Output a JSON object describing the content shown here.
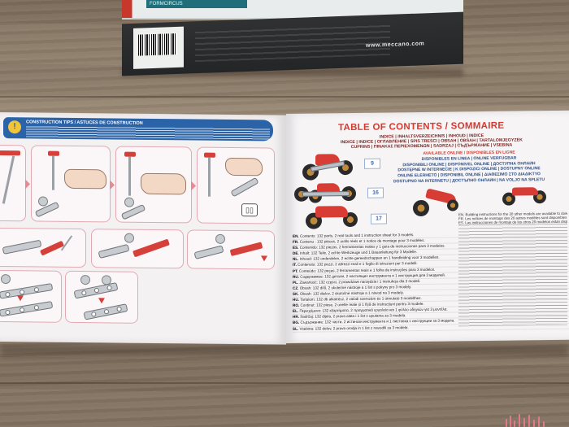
{
  "box": {
    "top_label": "FORMCIRCUS",
    "url": "www.meccano.com"
  },
  "left_page": {
    "banner_icon": "lightbulb-icon",
    "banner_title": "CONSTRUCTION TIPS / ASTUCES DE CONSTRUCTION"
  },
  "right_page": {
    "toc_title": "TABLE OF CONTENTS / SOMMAIRE",
    "toc_lines": [
      "INDICE | INHALTSVERZEICHNIS | INHOUD | INDICE",
      "ÍNDICE | INDICE | ОГЛАВЛЕНИЕ | SPIS TREŚCI | OBSAH | OBSAH | TARTALOMJEGYZÉK",
      "CUPRINS | ΠΙΝΑΚΑΣ ΠΕΡΙΕΧΟΜΕΝΩΝ | SADRŽAJ | СЪДЪРЖАНИЕ | VSEBINA"
    ],
    "available_lines": [
      "AVAILABLE ONLINE / DISPONIBLES EN LIGNE",
      "DISPONIBLES EN LÍNEA | ONLINE VERFÜGBAR",
      "DISPONIBILI ONLINE | DISPONÍVEL ONLINE | ДОСТУПНА ОНЛАЙН",
      "DOSTĘPNE W INTERNECIE | K DISPOZICI ONLINE | DOSTUPNÝ ONLINE",
      "ONLINE ELÉRHETŐ | DISPONIBIL ONLINE | ΔΙΑΘΕΣΙΜΟ ΣΤΟ ΔΙΑΔΙΚΤΥΟ",
      "DOSTUPNO NA INTERNETU | ДОСТЪПНО ОНЛАЙН | NA VOLJO NA SPLETU"
    ],
    "page_numbers": [
      "9",
      "16",
      "17"
    ],
    "languages": [
      {
        "code": "EN.",
        "text": "Contents: 132 parts, 2 real tools and 1 instruction sheet for 3 models."
      },
      {
        "code": "FR.",
        "text": "Contenu : 132 pièces, 2 outils réels et 1 notice de montage pour 3 modèles."
      },
      {
        "code": "ES.",
        "text": "Contenido: 132 piezas, 2 herramientas reales y 1 guía de instrucciones para 3 modelos."
      },
      {
        "code": "DE.",
        "text": "Inhalt: 132 Teile, 2 echte Werkzeuge und 1 Bauanleitung für 3 Modelle."
      },
      {
        "code": "NL.",
        "text": "Inhoud: 132 onderdelen, 2 echte gereedschappen en 1 handleiding voor 3 modellen."
      },
      {
        "code": "IT.",
        "text": "Contenuto: 132 pezzi, 2 attrezzi reali e 1 foglio di istruzioni per 3 modelli."
      },
      {
        "code": "PT.",
        "text": "Conteúdo: 132 peças, 2 ferramentas reais e 1 folha de instruções para 3 modelos."
      },
      {
        "code": "RU.",
        "text": "Содержимое: 132 детали, 2 настоящих инструмента и 1 инструкция для 3 моделей."
      },
      {
        "code": "PL.",
        "text": "Zawartość: 132 części, 2 prawdziwe narzędzia i 1 instrukcja dla 3 modeli."
      },
      {
        "code": "CZ.",
        "text": "Obsah: 132 dílů, 2 skutečné nástroje a 1 list s pokyny pro 3 modely."
      },
      {
        "code": "SK.",
        "text": "Obsah: 132 dielov, 2 skutočné nástroje a 1 návod na 3 modely."
      },
      {
        "code": "HU.",
        "text": "Tartalom: 132 db alkatrész, 2 valódi szerszám és 1 útmutató 3 modellhez."
      },
      {
        "code": "RO.",
        "text": "Conținut: 132 piese, 2 unelte reale și 1 fișă de instrucțiuni pentru 3 modele."
      },
      {
        "code": "EL.",
        "text": "Περιεχόμενα: 132 εξαρτήματα, 2 πραγματικά εργαλεία και 1 φύλλο οδηγιών για 3 μοντέλα."
      },
      {
        "code": "HR.",
        "text": "Sadržaj: 132 dijela, 2 prava alata i 1 list s uputama za 3 modela."
      },
      {
        "code": "BG.",
        "text": "Съдържание: 132 части, 2 истински инструмента и 1 листовка с инструкции за 3 модела."
      },
      {
        "code": "SL.",
        "text": "Vsebina: 132 delov, 2 prava orodja in 1 list z navodili za 3 modele."
      }
    ],
    "side_text_lines": [
      "EN. Building instructions for the 20 other models are available to download at www.meccano.com. Click the",
      "FR. Les notices de montage des 20 autres modèles sont disponibles en téléchargement sur www.meccano.com.",
      "ES. Las instrucciones de montaje de los otros 20 modelos están disponibles en www.meccano.com."
    ]
  }
}
